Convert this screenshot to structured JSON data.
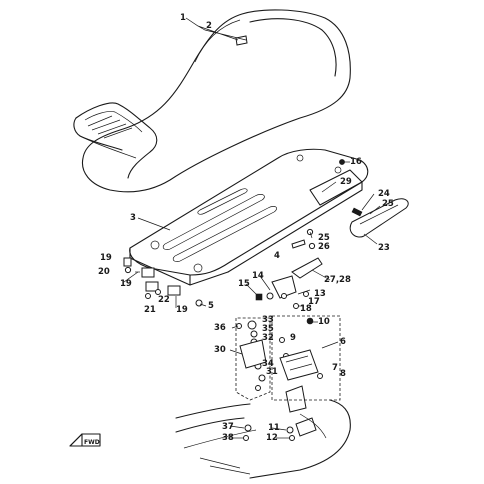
{
  "labels": {
    "p1": "1",
    "p2": "2",
    "p3": "3",
    "p4": "4",
    "p5": "5",
    "p6": "6",
    "p7": "7",
    "p8": "8",
    "p9": "9",
    "p10": "10",
    "p11": "11",
    "p12": "12",
    "p13": "13",
    "p14": "14",
    "p15": "15",
    "p16": "16",
    "p17": "17",
    "p18": "18",
    "p19a": "19",
    "p19b": "19",
    "p19c": "19",
    "p20": "20",
    "p21": "21",
    "p22": "22",
    "p23": "23",
    "p24": "24",
    "p25a": "25",
    "p25b": "25",
    "p26": "26",
    "p2728": "27,28",
    "p29": "29",
    "p30": "30",
    "p31": "31",
    "p32": "32",
    "p33": "33",
    "p34": "34",
    "p35": "35",
    "p36": "36",
    "p37": "37",
    "p38": "38"
  },
  "fwd_marker": "FWD"
}
